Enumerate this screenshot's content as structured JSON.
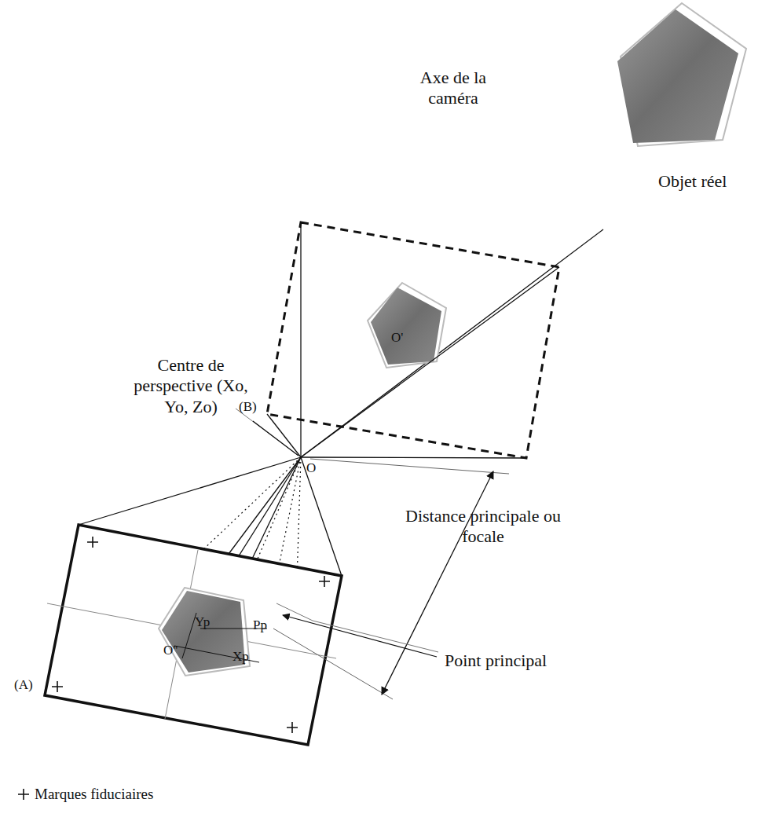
{
  "diagram": {
    "labels": [
      "Objet réel",
      "Axe de la caméra",
      "(B)",
      "O'",
      "Centre de perspective (Xo, Yo, Zo)",
      "O",
      "Yp",
      "Pp",
      "O''",
      "Xp",
      "(A)",
      "Distance principale ou focale",
      "Point principal"
    ],
    "legend": [
      {
        "text": "Marques fiduciaires"
      }
    ]
  }
}
